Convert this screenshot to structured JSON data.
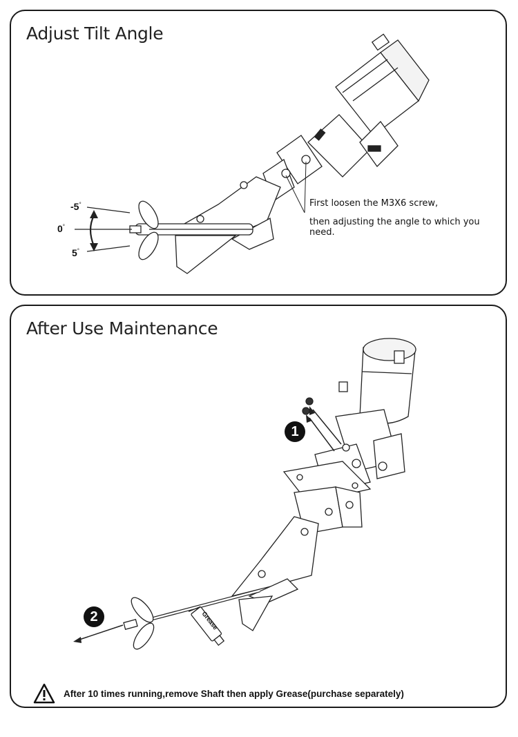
{
  "tilt_section": {
    "title": "Adjust Tilt Angle",
    "angle_up": "-5",
    "angle_zero": "0",
    "angle_down": "5",
    "degree_symbol": "°",
    "note_line1": "First loosen the M3X6 screw,",
    "note_line2": "then adjusting the angle to which you need."
  },
  "maintenance_section": {
    "title": "After Use Maintenance",
    "step1": "1",
    "step2": "2",
    "grease_label": "Grease",
    "warning_text": "After 10 times running,remove Shaft then apply Grease(purchase separately)"
  },
  "icons": {
    "warning": "warning-triangle-icon"
  }
}
